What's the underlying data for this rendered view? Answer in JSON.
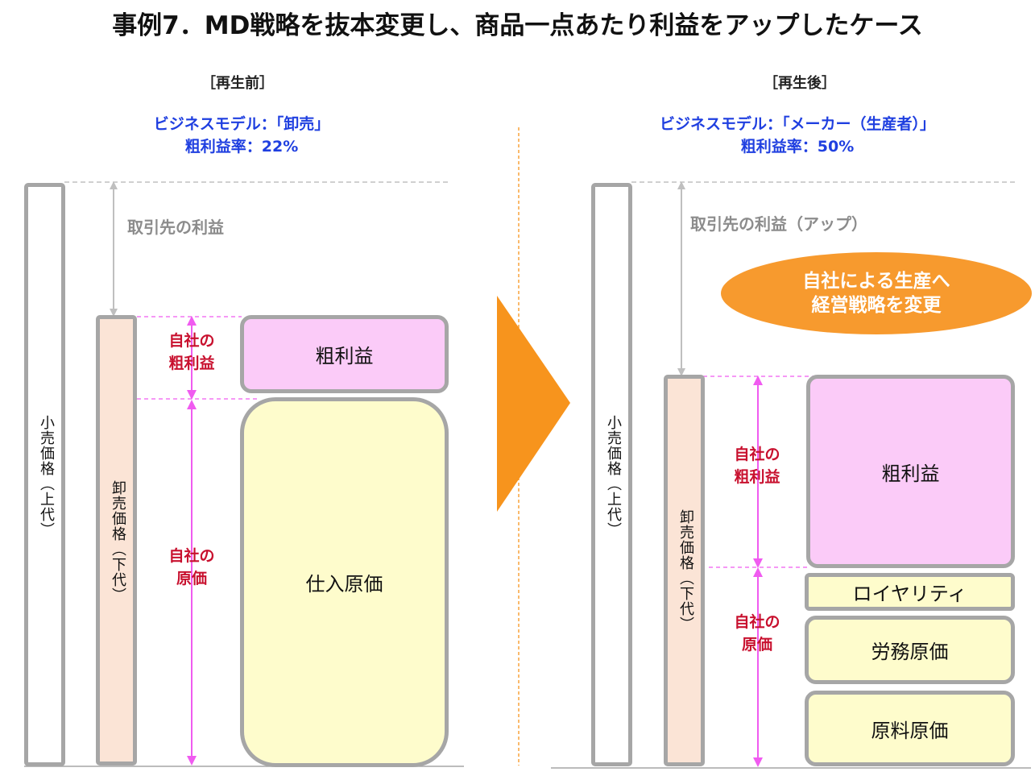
{
  "title": "事例7．MD戦略を抜本変更し、商品一点あたり利益をアップしたケース",
  "before": {
    "header": "［再生前］",
    "model_line1": "ビジネスモデル：「卸売」",
    "model_line2": "粗利益率：22%",
    "retail_label": "小売価格（上代）",
    "wholesale_label": "卸売価格（下代）",
    "partner_profit": "取引先の利益",
    "own_gross_l1": "自社の",
    "own_gross_l2": "粗利益",
    "own_cost_l1": "自社の",
    "own_cost_l2": "原価",
    "gross_box": "粗利益",
    "purchase_box": "仕入原価"
  },
  "after": {
    "header": "［再生後］",
    "model_line1": "ビジネスモデル：「メーカー（生産者）」",
    "model_line2": "粗利益率：50%",
    "retail_label": "小売価格（上代）",
    "wholesale_label": "卸売価格（下代）",
    "partner_profit": "取引先の利益（アップ）",
    "oval_line1": "自社による生産へ",
    "oval_line2": "経営戦略を変更",
    "own_gross_l1": "自社の",
    "own_gross_l2": "粗利益",
    "own_cost_l1": "自社の",
    "own_cost_l2": "原価",
    "gross_box": "粗利益",
    "royalty_box": "ロイヤリティ",
    "labor_box": "労務原価",
    "material_box": "原料原価"
  },
  "colors": {
    "arrow_orange": "#f7941d",
    "model_blue": "#1f3fe0",
    "label_red": "#c8102e",
    "pink_arrow": "#f05bf0",
    "gray_arrow": "#bfbfbf"
  }
}
